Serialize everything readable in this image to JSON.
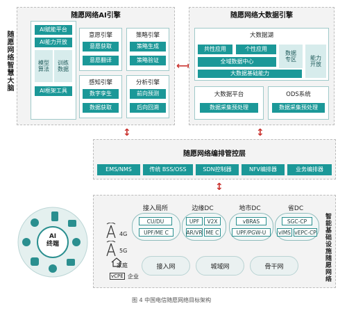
{
  "left_vertical": "随愿网络智慧大脑",
  "ai": {
    "title": "随愿网络AI引擎",
    "platform": [
      "AI赋能平台",
      "AI能力开放",
      "模型\n算法",
      "训练\n数据",
      "AI框架工具"
    ],
    "intent_title": "意愿引擎",
    "intent": [
      "意愿获取",
      "意愿翻译"
    ],
    "strategy_title": "策略引擎",
    "strategy": [
      "策略生成",
      "策略验证"
    ],
    "perception_title": "感知引擎",
    "perception": [
      "数字孪生",
      "数据获取"
    ],
    "analysis_title": "分析引擎",
    "analysis": [
      "前向预测",
      "后向回溯"
    ]
  },
  "bigdata": {
    "title": "随愿网络大数据引擎",
    "lake_title": "大数据湖",
    "lake": [
      "共性应用",
      "个性应用",
      "全域数据中心",
      "大数据基础能力"
    ],
    "zone": "数据\n专区",
    "open": "能力\n开放",
    "platform_title": "大数据平台",
    "platform_item": "数据采集预处理",
    "ods_title": "ODS系统",
    "ods_item": "数据采集预处理"
  },
  "orch": {
    "title": "随愿网络编排管控层",
    "items": [
      "EMS/NMS",
      "传统 BSS/OSS",
      "SDN控制器",
      "NFV编排器",
      "业务编排器"
    ]
  },
  "infra": {
    "vertical": "智能基础设施随愿网络",
    "terminal": "AI\n终端",
    "access_4g": "4G",
    "access_5g": "5G",
    "home": "家庭",
    "enterprise": "企业",
    "vcpe": "vCPE",
    "sites": [
      {
        "title": "接入局所",
        "items": [
          "CU/DU",
          "UPF/ME C"
        ]
      },
      {
        "title": "边缘DC",
        "items": [
          "UPF",
          "V2X",
          "AR/VR",
          "ME C"
        ]
      },
      {
        "title": "地市DC",
        "items": [
          "vBRAS",
          "UPF/PGW-U"
        ]
      },
      {
        "title": "省DC",
        "items": [
          "SGC-CP",
          "vIMS",
          "vEPC-CP"
        ]
      }
    ],
    "networks": [
      "接入网",
      "城域网",
      "骨干网"
    ]
  },
  "caption": "图 4  中国电信随愿网络目标架构"
}
